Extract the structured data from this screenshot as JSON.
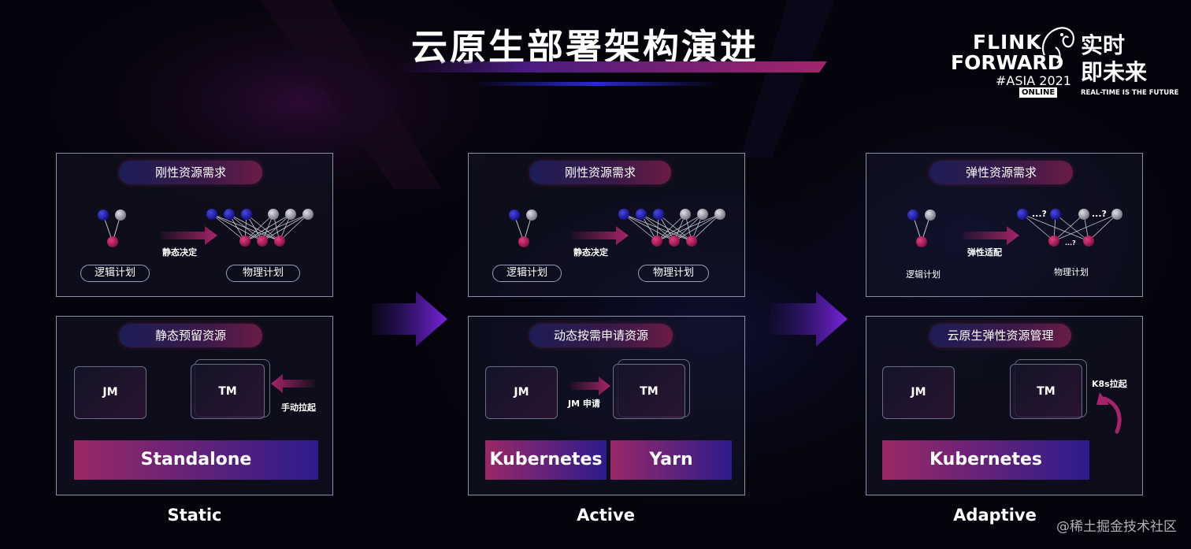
{
  "title": "云原生部署架构演进",
  "logo": {
    "line1": "FLINK",
    "line2": "FORWARD",
    "line3": "#ASIA 2021",
    "badge": "ONLINE",
    "cn_line1": "实时",
    "cn_line2": "即未来",
    "slogan": "REAL-TIME IS THE FUTURE"
  },
  "columns": [
    {
      "footer": "Static",
      "top_pill": "刚性资源需求",
      "arrow_label": "静态决定",
      "logical_label": "逻辑计划",
      "physical_label": "物理计划",
      "bottom_pill": "静态预留资源",
      "jm": "JM",
      "tm": "TM",
      "tm_note": "手动拉起",
      "platforms": [
        "Standalone"
      ]
    },
    {
      "footer": "Active",
      "top_pill": "刚性资源需求",
      "arrow_label": "静态决定",
      "logical_label": "逻辑计划",
      "physical_label": "物理计划",
      "bottom_pill": "动态按需申请资源",
      "jm": "JM",
      "tm": "TM",
      "jm_note": "JM 申请",
      "platforms": [
        "Kubernetes",
        "Yarn"
      ]
    },
    {
      "footer": "Adaptive",
      "top_pill": "弹性资源需求",
      "arrow_label": "弹性适配",
      "logical_label": "逻辑计划",
      "physical_label": "物理计划",
      "bottom_pill": "云原生弹性资源管理",
      "jm": "JM",
      "tm": "TM",
      "tm_note": "K8s拉起",
      "q1": "...?",
      "q2": "...?",
      "q3": "...?",
      "platforms": [
        "Kubernetes"
      ]
    }
  ],
  "watermark": "@稀土掘金技术社区",
  "colors": {
    "blue_node": "#1c1aa0",
    "grey_node": "#9a9aa6",
    "red_node": "#b01a5c",
    "arrow": "#a0245e",
    "big_arrow": "#6a20d0"
  }
}
